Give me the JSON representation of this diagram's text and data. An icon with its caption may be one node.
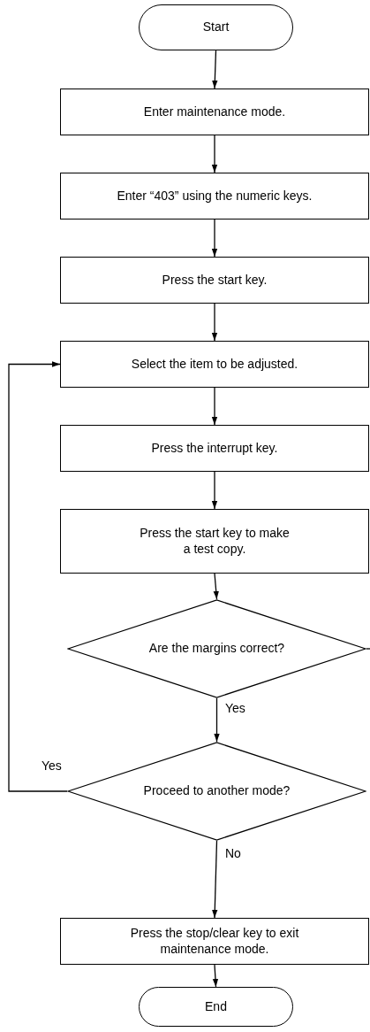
{
  "diagram": {
    "nodes": [
      {
        "text": [
          "Start"
        ]
      },
      {
        "text": [
          "Enter maintenance mode."
        ]
      },
      {
        "text": [
          "Enter “403” using the numeric keys."
        ]
      },
      {
        "text": [
          "Press the start key."
        ]
      },
      {
        "text": [
          "Select the item to be adjusted."
        ]
      },
      {
        "text": [
          "Press the interrupt key."
        ]
      },
      {
        "text": [
          "Press the start key to make a test copy."
        ]
      },
      {
        "text": [
          "Are the margins correct?"
        ]
      },
      {
        "text": [
          "Proceed to another mode?"
        ]
      },
      {
        "text": [
          "Press the stop/clear key to exit maintenance mode."
        ]
      },
      {
        "text": [
          "End"
        ]
      }
    ],
    "edges": [
      {
        "from": 0,
        "to": 1,
        "arrow": "to"
      },
      {
        "from": 1,
        "to": 2,
        "arrow": "to"
      },
      {
        "from": 2,
        "to": 3,
        "arrow": "to"
      },
      {
        "from": 3,
        "to": 4,
        "arrow": "to"
      },
      {
        "from": 4,
        "to": 5,
        "arrow": "to"
      },
      {
        "from": 5,
        "to": 6,
        "arrow": "to"
      },
      {
        "from": 6,
        "to": 7,
        "arrow": "to"
      },
      {
        "from": 7,
        "to": 8,
        "arrow": "to",
        "label": "Yes"
      },
      {
        "from": 8,
        "to": 4,
        "arrow": "to",
        "label": "Yes"
      },
      {
        "from": 8,
        "to": 9,
        "arrow": "to",
        "label": "No"
      },
      {
        "from": 9,
        "to": 10,
        "arrow": "to"
      },
      {
        "from": 7,
        "to": null,
        "arrow": "none"
      }
    ]
  }
}
